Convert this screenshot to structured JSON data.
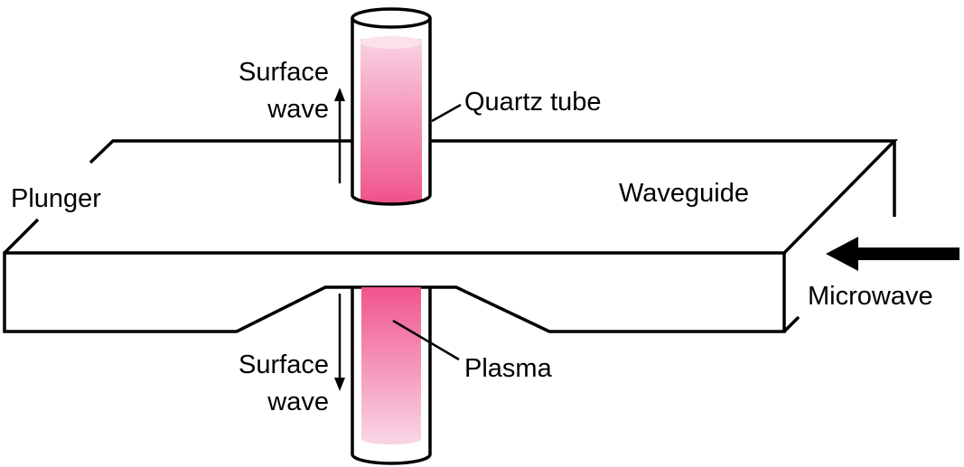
{
  "labels": {
    "surface_wave_top_line1": "Surface",
    "surface_wave_top_line2": "wave",
    "quartz_tube": "Quartz tube",
    "plunger": "Plunger",
    "waveguide": "Waveguide",
    "microwave": "Microwave",
    "surface_wave_bottom_line1": "Surface",
    "surface_wave_bottom_line2": "wave",
    "plasma": "Plasma"
  },
  "colors": {
    "line": "#000000",
    "plasma_light": "#f9cde0",
    "plasma_dark": "#f0548c",
    "background": "#ffffff"
  },
  "icons": {
    "microwave_arrow": "arrow-left-icon",
    "surface_wave_up": "arrow-up-icon",
    "surface_wave_down": "arrow-down-icon"
  }
}
